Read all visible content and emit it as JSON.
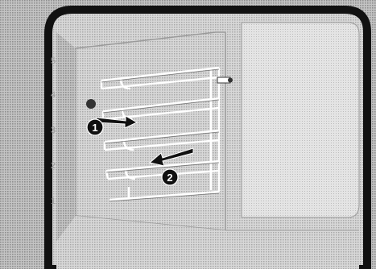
{
  "illustration": {
    "subject": "oven-shelf-support-removal",
    "colors": {
      "outline": "#111111",
      "wire": "#ffffff",
      "wall_shade": "#b4b4b4",
      "wall_light": "#dcdcdc",
      "level_numbers": "#9a9a9a",
      "step_marker_fill": "#111111",
      "step_marker_text": "#ffffff"
    }
  },
  "shelf_levels": [
    {
      "label": "5"
    },
    {
      "label": "4"
    },
    {
      "label": "3"
    },
    {
      "label": "2"
    },
    {
      "label": "1"
    }
  ],
  "steps": [
    {
      "number": "1",
      "direction": "pull-away-from-wall"
    },
    {
      "number": "2",
      "direction": "lift-out"
    }
  ]
}
